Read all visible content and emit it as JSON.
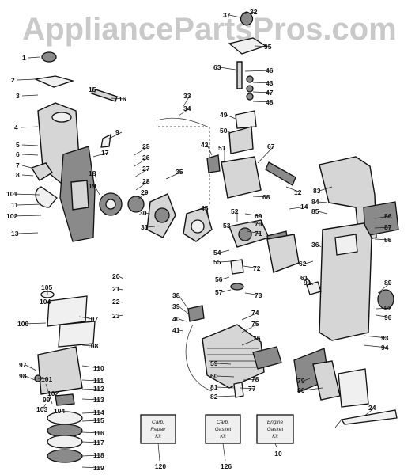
{
  "watermark": "AppliancePartsPros.com",
  "part_numbers": [
    "1",
    "2",
    "3",
    "4",
    "5",
    "6",
    "7",
    "8",
    "101",
    "11",
    "102",
    "13",
    "15",
    "16",
    "9",
    "17",
    "18",
    "19",
    "25",
    "26",
    "27",
    "28",
    "29",
    "30",
    "31",
    "33",
    "34",
    "35",
    "12",
    "32",
    "37",
    "95",
    "63",
    "46",
    "43",
    "47",
    "48",
    "49",
    "50",
    "42",
    "51",
    "67",
    "83",
    "84",
    "85",
    "86",
    "87",
    "88",
    "68",
    "69",
    "70",
    "71",
    "45",
    "52",
    "53",
    "54",
    "55",
    "56",
    "57",
    "72",
    "73",
    "74",
    "75",
    "76",
    "77",
    "78",
    "79",
    "80",
    "81",
    "82",
    "38",
    "39",
    "40",
    "41",
    "59",
    "60",
    "61",
    "62",
    "105",
    "104",
    "100",
    "107",
    "108",
    "97",
    "98",
    "99",
    "101b",
    "102b",
    "103",
    "104b",
    "110",
    "111",
    "112",
    "113",
    "114",
    "115",
    "116",
    "117",
    "118",
    "119",
    "20",
    "21",
    "22",
    "23",
    "89",
    "90",
    "91",
    "92",
    "93",
    "94",
    "120",
    "126",
    "10",
    "24",
    "14",
    "36"
  ],
  "kits": [
    {
      "lines": [
        "Carb.",
        "Repair",
        "Kit"
      ],
      "number": "120"
    },
    {
      "lines": [
        "Carb.",
        "Gasket",
        "Kit"
      ],
      "number": "126"
    },
    {
      "lines": [
        "Engine",
        "Gasket",
        "Kit"
      ],
      "number": "10"
    }
  ]
}
